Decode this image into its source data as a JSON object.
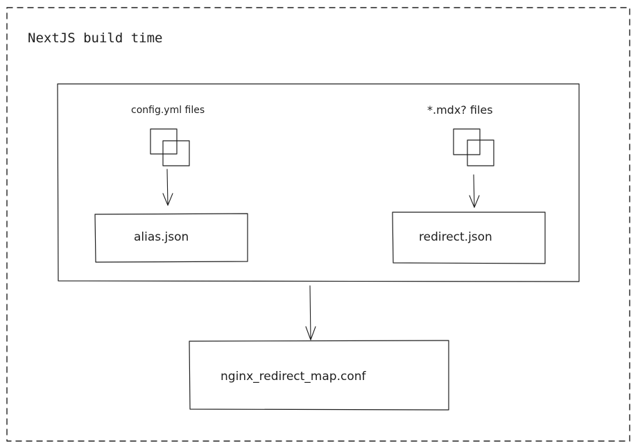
{
  "diagram": {
    "title": "NextJS build time",
    "config_source_label": "config.yml files",
    "mdx_source_label": "*.mdx? files",
    "alias_box_label": "alias.json",
    "redirect_box_label": "redirect.json",
    "nginx_box_label": "nginx_redirect_map.conf",
    "stroke_color": "#1e1e1e"
  }
}
